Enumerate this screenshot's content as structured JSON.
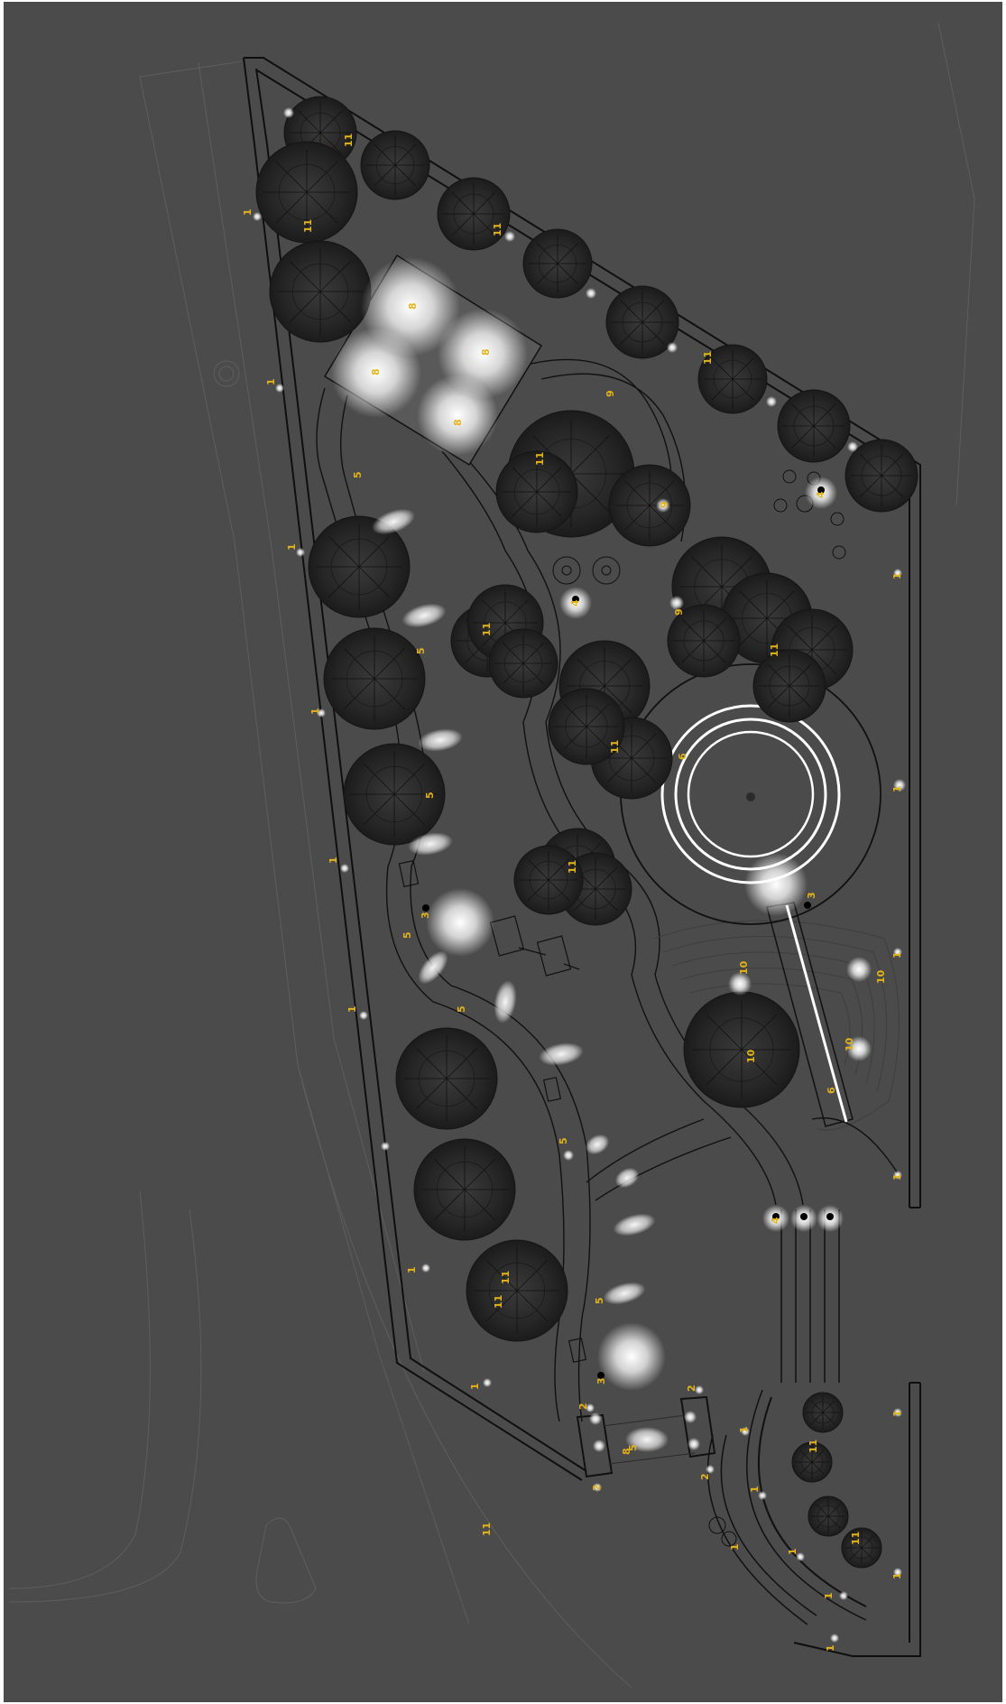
{
  "map": {
    "background_color": "#4b4b4b",
    "line_color": "#111111",
    "label_color": "#e3b31b",
    "light_color": "#ffffff",
    "labels": [
      {
        "text": "1"
      },
      {
        "text": "1"
      },
      {
        "text": "1"
      },
      {
        "text": "1"
      },
      {
        "text": "1"
      },
      {
        "text": "1"
      },
      {
        "text": "1"
      },
      {
        "text": "1"
      },
      {
        "text": "1"
      },
      {
        "text": "1"
      },
      {
        "text": "1"
      },
      {
        "text": "1"
      },
      {
        "text": "1"
      },
      {
        "text": "1"
      },
      {
        "text": "1"
      },
      {
        "text": "1"
      },
      {
        "text": "1"
      },
      {
        "text": "1"
      },
      {
        "text": "1"
      },
      {
        "text": "1"
      },
      {
        "text": "2"
      },
      {
        "text": "2"
      },
      {
        "text": "2"
      },
      {
        "text": "2"
      },
      {
        "text": "3"
      },
      {
        "text": "3"
      },
      {
        "text": "3"
      },
      {
        "text": "4"
      },
      {
        "text": "4"
      },
      {
        "text": "4"
      },
      {
        "text": "5"
      },
      {
        "text": "5"
      },
      {
        "text": "5"
      },
      {
        "text": "5"
      },
      {
        "text": "5"
      },
      {
        "text": "5"
      },
      {
        "text": "5"
      },
      {
        "text": "5"
      },
      {
        "text": "6"
      },
      {
        "text": "6"
      },
      {
        "text": "8"
      },
      {
        "text": "8"
      },
      {
        "text": "8"
      },
      {
        "text": "8"
      },
      {
        "text": "8"
      },
      {
        "text": "9"
      },
      {
        "text": "9"
      },
      {
        "text": "9"
      },
      {
        "text": "10"
      },
      {
        "text": "10"
      },
      {
        "text": "10"
      },
      {
        "text": "10"
      },
      {
        "text": "11"
      },
      {
        "text": "11"
      },
      {
        "text": "11"
      },
      {
        "text": "11"
      },
      {
        "text": "11"
      },
      {
        "text": "11"
      },
      {
        "text": "11"
      },
      {
        "text": "11"
      },
      {
        "text": "11"
      },
      {
        "text": "11"
      },
      {
        "text": "11"
      },
      {
        "text": "11"
      },
      {
        "text": "11"
      },
      {
        "text": "11"
      }
    ]
  }
}
